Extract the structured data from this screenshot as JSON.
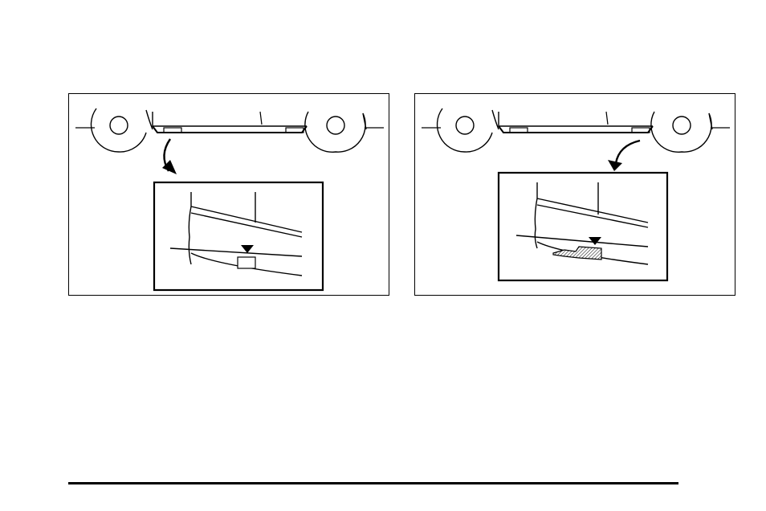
{
  "figure": {
    "panels": [
      {
        "id": "left",
        "callout": "lift-point-box"
      },
      {
        "id": "right",
        "callout": "lift-point-pad"
      }
    ],
    "colors": {
      "line": "#000000",
      "background": "#ffffff"
    }
  }
}
